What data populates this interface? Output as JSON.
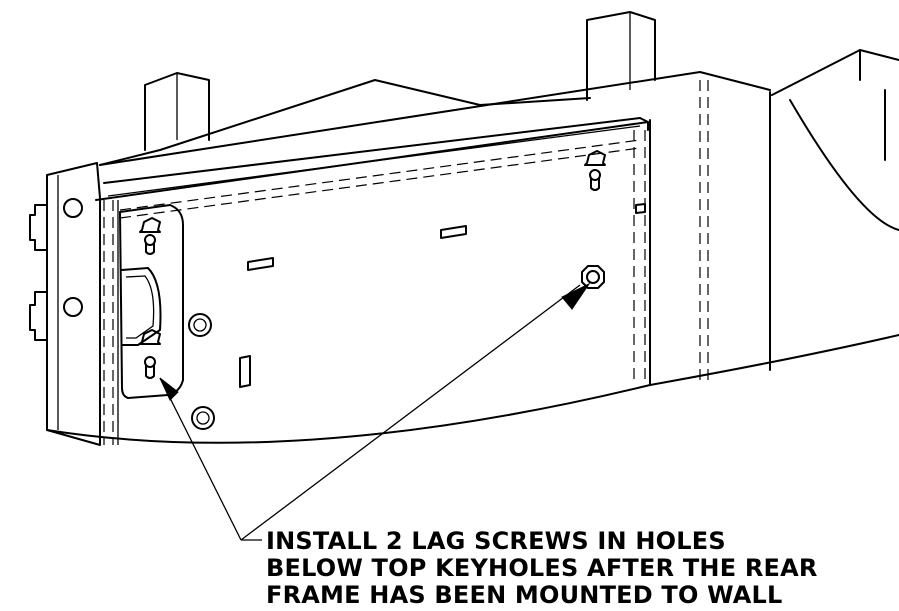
{
  "callout": {
    "lines": [
      "INSTALL 2 LAG SCREWS IN HOLES",
      "BELOW TOP KEYHOLES AFTER THE REAR",
      "FRAME HAS BEEN MOUNTED TO WALL"
    ]
  },
  "colors": {
    "line": "#000000",
    "background": "#ffffff"
  }
}
